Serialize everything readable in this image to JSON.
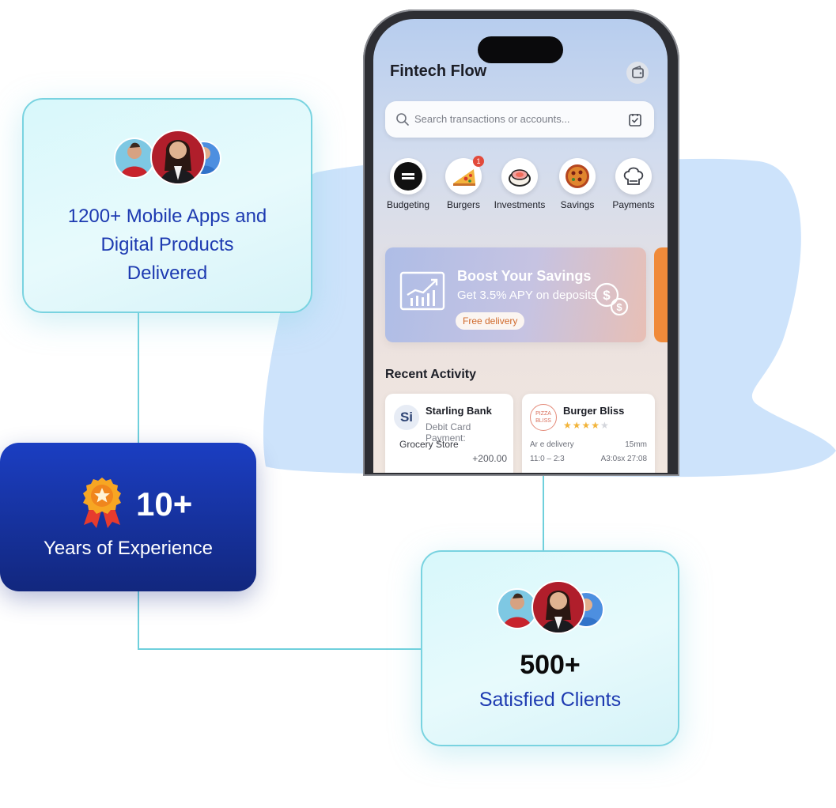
{
  "colors": {
    "brand_blue": "#1d3ab1",
    "card_border": "#79d3e0",
    "dark_card": "#12277e",
    "banner_accent": "#f08a3a"
  },
  "stats": {
    "apps": {
      "text_line1": "1200+ Mobile Apps and",
      "text_line2": "Digital Products",
      "text_line3": "Delivered"
    },
    "years": {
      "number": "10+",
      "label": "Years of Experience",
      "icon": "award-medal-icon"
    },
    "clients": {
      "number": "500+",
      "label": "Satisfied Clients"
    }
  },
  "phone": {
    "app_title": "Fintech Flow",
    "search_placeholder": "Search transactions or accounts...",
    "categories": [
      {
        "label": "Budgeting",
        "icon": "tuly-fork-logo"
      },
      {
        "label": "Burgers",
        "icon": "pizza-slice-icon",
        "badge": "1"
      },
      {
        "label": "Investments",
        "icon": "sushi-icon"
      },
      {
        "label": "Savings",
        "icon": "pizza-icon"
      },
      {
        "label": "Payments",
        "icon": "chef-hat-icon"
      }
    ],
    "banner": {
      "title": "Boost Your Savings",
      "subtitle": "Get 3.5% APY on deposits",
      "pill": "Free delivery"
    },
    "recent_title": "Recent Activity",
    "activities": [
      {
        "initials": "Si",
        "name": "Starling Bank",
        "sub": "Debit Card Payment:",
        "left": "Grocery Store",
        "right": "+200.00"
      },
      {
        "logo_line1": "PIZZA",
        "logo_line2": "BLISS",
        "name": "Burger Bliss",
        "rating": "4 of 5",
        "delivery": "Ar e delivery",
        "time": "15mm",
        "hours": "11:0 – 2:3",
        "code": "A3:0sx 27:08"
      }
    ]
  }
}
